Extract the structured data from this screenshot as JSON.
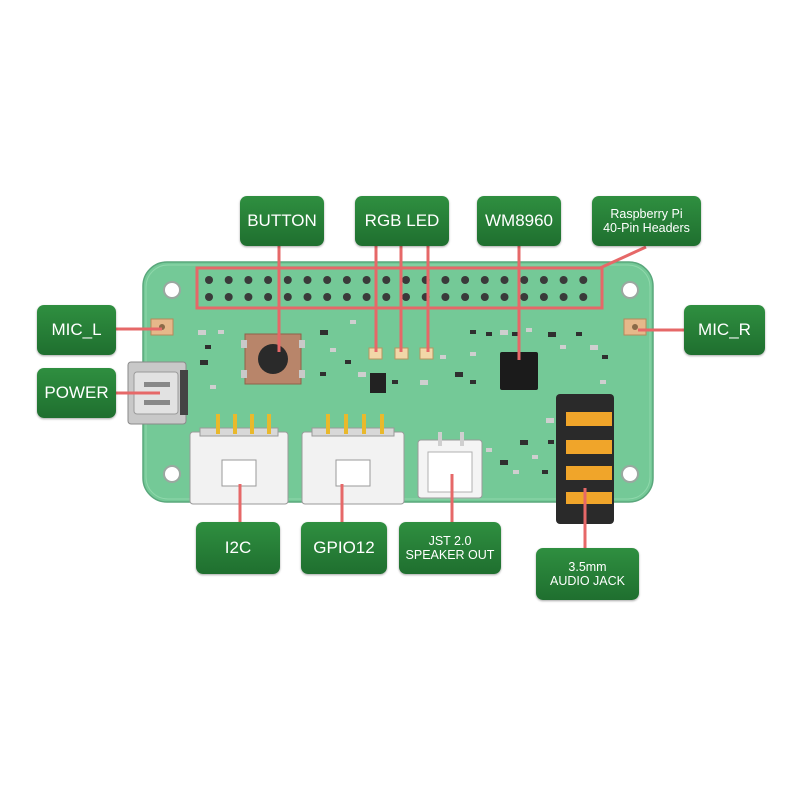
{
  "colors": {
    "board": "#74c997",
    "board_edge": "#5aa77c",
    "label_bg": "#2a863b",
    "leader": "#e66868",
    "header_pin": "#3a3a3a"
  },
  "labels": {
    "button": "BUTTON",
    "rgb_led": "RGB LED",
    "wm8960": "WM8960",
    "rpi_headers": "Raspberry Pi\n40-Pin Headers",
    "mic_l": "MIC_L",
    "mic_r": "MIC_R",
    "power": "POWER",
    "i2c": "I2C",
    "gpio12": "GPIO12",
    "jst": "JST 2.0\nSPEAKER OUT",
    "audio_jack": "3.5mm\nAUDIO JACK"
  }
}
